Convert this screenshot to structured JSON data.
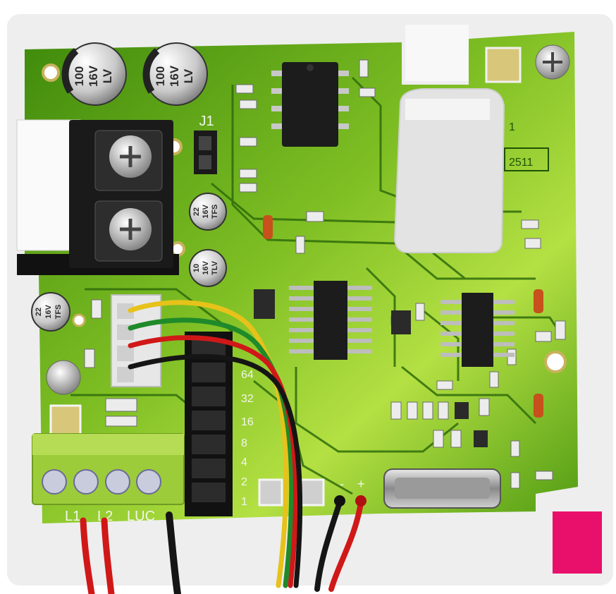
{
  "photo": {
    "subject": "pcb-with-dip-switch-and-wires",
    "colors": {
      "board": "#4f9a12",
      "board_light": "#a7d83a",
      "trace": "#2f6c0a",
      "housing": "#f1f1f1",
      "terminal_green": "#9ccc3a",
      "magenta_tab": "#e8106a",
      "wire_red": "#d01818",
      "wire_yellow": "#e6c21a",
      "wire_green": "#1f8a2a",
      "wire_black": "#151515"
    }
  },
  "capacitors": [
    {
      "value": "100",
      "voltage": "16V",
      "series": "LV"
    },
    {
      "value": "100",
      "voltage": "16V",
      "series": "LV"
    },
    {
      "value": "22",
      "voltage": "16V",
      "series": "TFS"
    },
    {
      "value": "10",
      "voltage": "16V",
      "series": "TLV"
    },
    {
      "value": "22",
      "voltage": "16V",
      "series": "TFS"
    }
  ],
  "silkscreen": {
    "jumper": "J1",
    "dip_weights": [
      "64",
      "32",
      "16",
      "8",
      "4",
      "2",
      "1"
    ],
    "board_marks": [
      "2511",
      "1"
    ],
    "polarity": [
      "-",
      "+"
    ],
    "terminal_labels": [
      "L1",
      "L2",
      "LUC"
    ]
  }
}
